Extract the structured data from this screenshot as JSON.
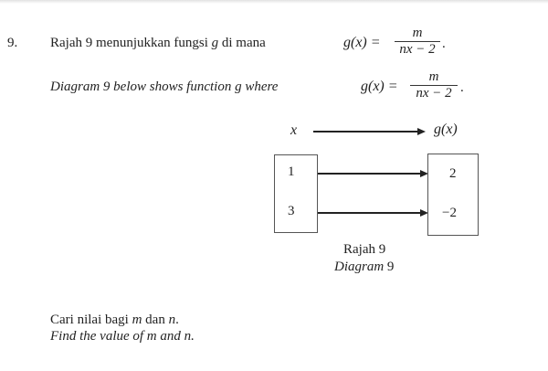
{
  "question": {
    "number": "9.",
    "line_malay_prefix": "Rajah 9 menunjukkan fungsi ",
    "line_malay_var": "g",
    "line_malay_suffix": " di mana ",
    "line_english_prefix": "Diagram 9 below shows function g where ",
    "function": {
      "lhs": "g(x) =",
      "numerator": "m",
      "denominator": "nx − 2",
      "trailing": "."
    }
  },
  "diagram": {
    "domain_label": "x",
    "codomain_label": "g(x)",
    "mappings": [
      {
        "from": "1",
        "to": "2"
      },
      {
        "from": "3",
        "to": "−2"
      }
    ],
    "caption_malay": "Rajah 9",
    "caption_english_italic": "Diagram",
    "caption_english_number": " 9"
  },
  "task": {
    "malay_prefix": "Cari nilai bagi ",
    "malay_m": "m",
    "malay_mid": " dan ",
    "malay_n": "n",
    "malay_end": ".",
    "english": "Find the value of m and n."
  }
}
